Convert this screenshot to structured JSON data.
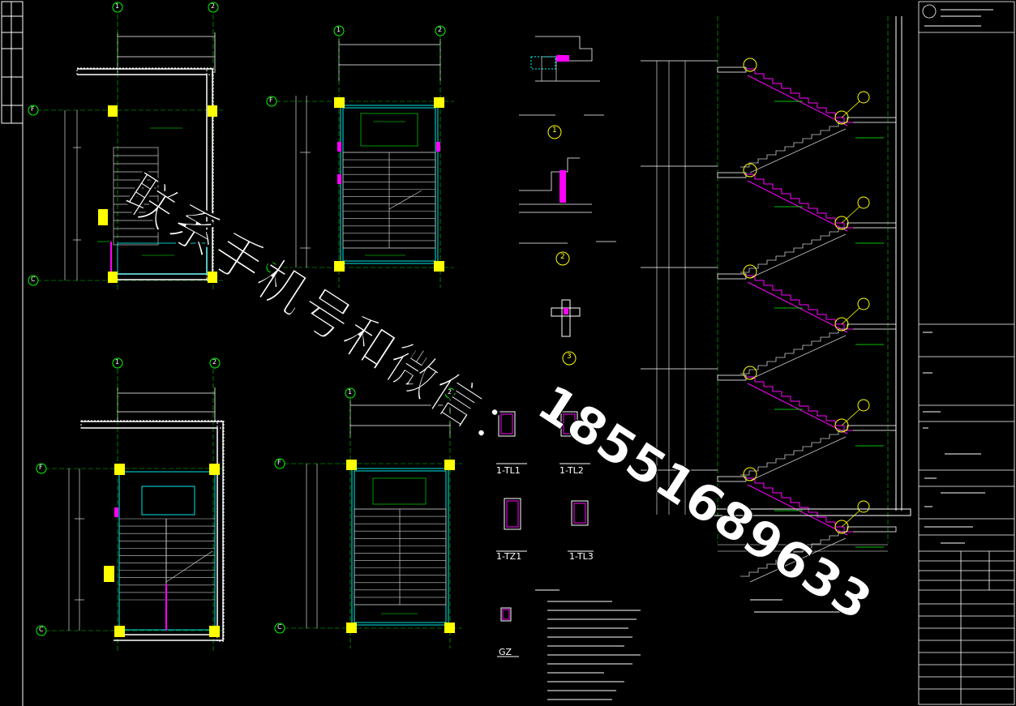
{
  "drawing": {
    "grid_labels": {
      "one": "1",
      "two": "2",
      "f": "F",
      "c": "C"
    },
    "detail_labels": {
      "d1": "1",
      "d2": "2",
      "d3": "3"
    },
    "section_labels": {
      "tl1": "1-TL1",
      "tl2": "1-TL2",
      "tz1": "1-TZ1",
      "tl3": "1-TL3",
      "gz": "GZ"
    },
    "watermark": {
      "line1": "联系手机号和微信：",
      "line2": "18551689633"
    }
  },
  "colors": {
    "background": "#000000",
    "wall": "#ffffff",
    "stair": "#00ffff",
    "rebar": "#ff00ff",
    "annotation": "#00ff00",
    "column": "#ffff00",
    "grid": "#00ff00"
  }
}
